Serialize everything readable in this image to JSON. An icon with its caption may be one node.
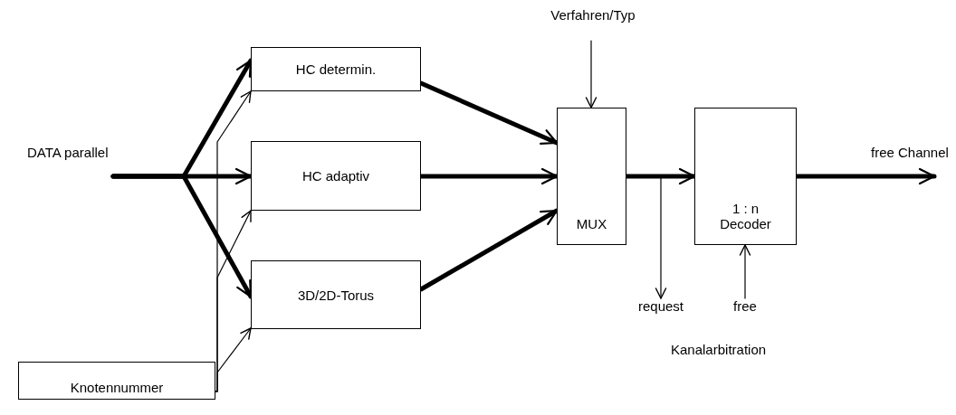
{
  "diagram": {
    "nodes": [
      {
        "text": [
          "DATA parallel"
        ]
      },
      {
        "text": [
          "HC determin."
        ]
      },
      {
        "text": [
          "HC adaptiv"
        ]
      },
      {
        "text": [
          "3D/2D-Torus"
        ]
      },
      {
        "text": [
          "Knotennummer"
        ]
      },
      {
        "text": [
          "MUX"
        ]
      },
      {
        "text": [
          "1 : n Decoder"
        ]
      },
      {
        "text": [
          "Verfahren/Typ"
        ]
      },
      {
        "text": [
          "request"
        ]
      },
      {
        "text": [
          "free"
        ]
      },
      {
        "text": [
          "free Channel"
        ]
      }
    ],
    "edges": [
      {
        "from": 0,
        "to": 1,
        "arrow": "to"
      },
      {
        "from": 0,
        "to": 2,
        "arrow": "to"
      },
      {
        "from": 0,
        "to": 3,
        "arrow": "to"
      },
      {
        "from": 4,
        "to": 1,
        "arrow": "to"
      },
      {
        "from": 4,
        "to": 2,
        "arrow": "to"
      },
      {
        "from": 4,
        "to": 3,
        "arrow": "to"
      },
      {
        "from": 1,
        "to": 5,
        "arrow": "to"
      },
      {
        "from": 2,
        "to": 5,
        "arrow": "to"
      },
      {
        "from": 3,
        "to": 5,
        "arrow": "to"
      },
      {
        "from": 7,
        "to": 5,
        "arrow": "to"
      },
      {
        "from": 5,
        "to": 6,
        "arrow": "to"
      },
      {
        "from": 5,
        "to": 8,
        "arrow": "to"
      },
      {
        "from": 9,
        "to": 6,
        "arrow": "to"
      },
      {
        "from": 6,
        "to": 10,
        "arrow": "to"
      }
    ],
    "labels": [
      "Kanalarbitration"
    ]
  }
}
